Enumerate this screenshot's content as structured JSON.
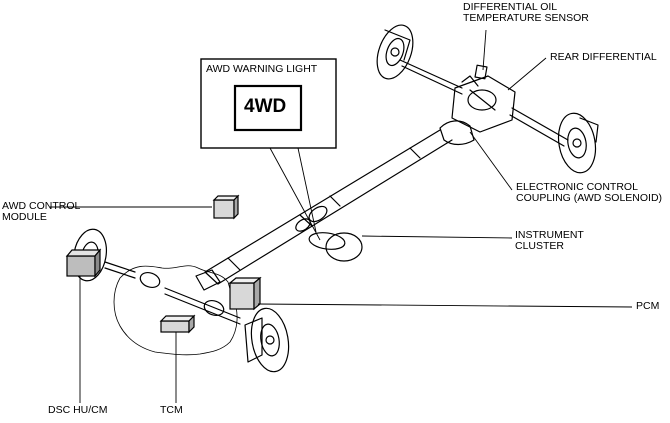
{
  "warning_box": {
    "title": "AWD WARNING LIGHT",
    "indicator": "4WD"
  },
  "labels": {
    "diff_oil_sensor": "DIFFERENTIAL OIL\nTEMPERATURE SENSOR",
    "rear_differential": "REAR DIFFERENTIAL",
    "electronic_coupling": "ELECTRONIC CONTROL\nCOUPLING (AWD SOLENOID)",
    "instrument_cluster": "INSTRUMENT\nCLUSTER",
    "awd_control_module": "AWD CONTROL\nMODULE",
    "pcm": "PCM",
    "dsc": "DSC HU/CM",
    "tcm": "TCM"
  }
}
